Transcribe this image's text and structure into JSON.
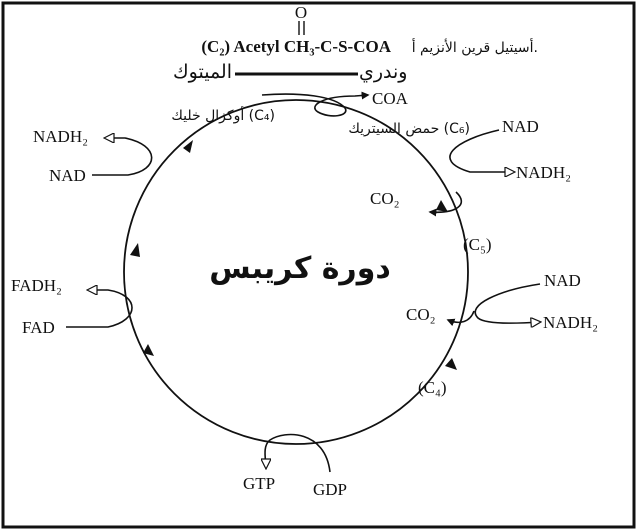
{
  "header": {
    "acetyl_ar": "أسيتيل قرين الأنزيم أ.",
    "acetyl_formula": "(C₂) Acetyl  CH₃-C-S-COA",
    "oxygen": "O",
    "mitochondria_left": "الميتوك",
    "mitochondria_right": "وندري"
  },
  "cycle": {
    "title": "دورة كريبس",
    "coa": "COA",
    "citric_acid": "حمض السيتريك (C₆)",
    "oxaloacetate": "أوكزال خليك (C₄)",
    "c5": "(C₅)",
    "c4": "(C₄)"
  },
  "cofactors": {
    "nad_right_1": "NAD",
    "nadh2_right_1": "NADH₂",
    "co2_1": "CO₂",
    "nad_right_2": "NAD",
    "nadh2_right_2": "NADH₂",
    "co2_2": "CO₂",
    "nadh2_left": "NADH₂",
    "nad_left": "NAD",
    "fadh2": "FADH₂",
    "fad": "FAD",
    "gtp": "GTP",
    "gdp": "GDP"
  }
}
